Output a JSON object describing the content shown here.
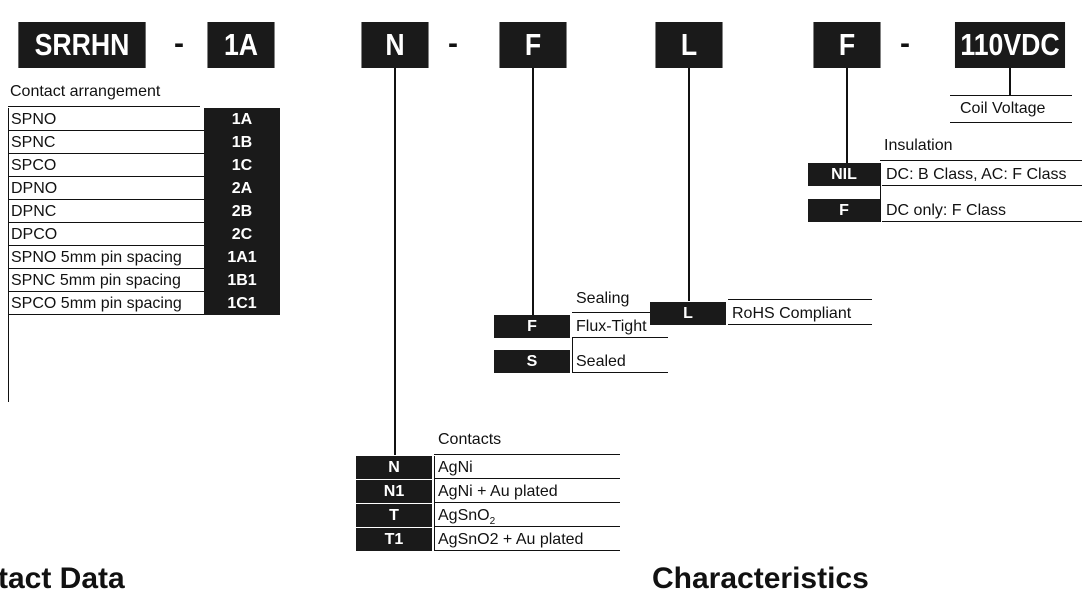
{
  "codes": {
    "series": "SRRHN",
    "sep1": "-",
    "arrangement": "1A",
    "contacts": "N",
    "sep2": "-",
    "sealing": "F",
    "rohs": "L",
    "insulation": "F",
    "sep3": "-",
    "voltage": "110VDC"
  },
  "contact_arrangement": {
    "title": "Contact arrangement",
    "rows": [
      {
        "label": "SPNO",
        "code": "1A"
      },
      {
        "label": "SPNC",
        "code": "1B"
      },
      {
        "label": "SPCO",
        "code": "1C"
      },
      {
        "label": "DPNO",
        "code": "2A"
      },
      {
        "label": "DPNC",
        "code": "2B"
      },
      {
        "label": "DPCO",
        "code": "2C"
      },
      {
        "label": "SPNO 5mm pin spacing",
        "code": "1A1"
      },
      {
        "label": "SPNC 5mm pin spacing",
        "code": "1B1"
      },
      {
        "label": "SPCO 5mm pin spacing",
        "code": "1C1"
      }
    ]
  },
  "contacts": {
    "title": "Contacts",
    "rows": [
      {
        "code": "N",
        "label": "AgNi"
      },
      {
        "code": "N1",
        "label": "AgNi + Au plated"
      },
      {
        "code": "T",
        "label": "AgSnO",
        "sub": "2"
      },
      {
        "code": "T1",
        "label": "AgSnO2 + Au plated"
      }
    ]
  },
  "sealing": {
    "title": "Sealing",
    "rows": [
      {
        "code": "F",
        "label": "Flux-Tight"
      },
      {
        "code": "S",
        "label": "Sealed"
      }
    ]
  },
  "rohs": {
    "rows": [
      {
        "code": "L",
        "label": "RoHS Compliant"
      }
    ]
  },
  "insulation": {
    "title": "Insulation",
    "rows": [
      {
        "code": "NIL",
        "label": "DC: B Class, AC: F Class"
      },
      {
        "code": "F",
        "label": "DC only: F Class"
      }
    ]
  },
  "coil_voltage": {
    "title": "Coil Voltage"
  },
  "headings": {
    "left": "tact Data",
    "right": "Characteristics"
  }
}
